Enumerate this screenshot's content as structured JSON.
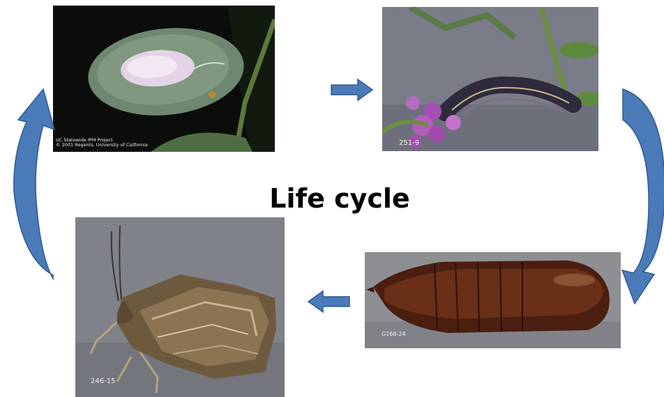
{
  "diagram": {
    "title": "Life cycle",
    "stages": [
      {
        "caption": "UC Statewide IPM Project\n© 2001 Regents, University of California"
      },
      {
        "caption": "251-9"
      },
      {
        "caption": "G168-24"
      },
      {
        "caption": "246-15"
      }
    ]
  },
  "colors": {
    "arrow_fill": "#4a7ab8",
    "arrow_stroke": "#2f5a93",
    "title": "#000000"
  }
}
